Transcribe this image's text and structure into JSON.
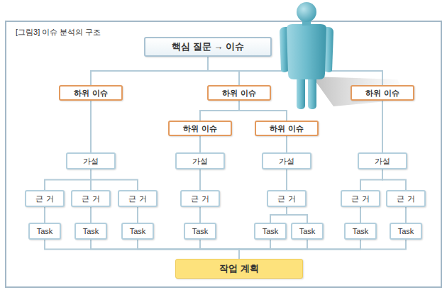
{
  "diagram": {
    "title": "[그림3] 이슈 분석의 구조",
    "nodes": [
      {
        "text": [
          "핵심 질문 → 이슈"
        ]
      },
      {
        "text": [
          "하위 이슈"
        ]
      },
      {
        "text": [
          "하위 이슈"
        ]
      },
      {
        "text": [
          "하위 이슈"
        ]
      },
      {
        "text": [
          "하위 이슈"
        ]
      },
      {
        "text": [
          "하위 이슈"
        ]
      },
      {
        "text": [
          "가설"
        ]
      },
      {
        "text": [
          "가설"
        ]
      },
      {
        "text": [
          "가설"
        ]
      },
      {
        "text": [
          "가설"
        ]
      },
      {
        "text": [
          "근 거"
        ]
      },
      {
        "text": [
          "근 거"
        ]
      },
      {
        "text": [
          "근 거"
        ]
      },
      {
        "text": [
          "근 거"
        ]
      },
      {
        "text": [
          "근 거"
        ]
      },
      {
        "text": [
          "근 거"
        ]
      },
      {
        "text": [
          "근 거"
        ]
      },
      {
        "text": [
          "Task"
        ]
      },
      {
        "text": [
          "Task"
        ]
      },
      {
        "text": [
          "Task"
        ]
      },
      {
        "text": [
          "Task"
        ]
      },
      {
        "text": [
          "Task"
        ]
      },
      {
        "text": [
          "Task"
        ]
      },
      {
        "text": [
          "Task"
        ]
      },
      {
        "text": [
          "Task"
        ]
      },
      {
        "text": [
          "작업 계획"
        ]
      }
    ],
    "edges": [
      {
        "from": 0,
        "to": 1,
        "arrow": "none"
      },
      {
        "from": 0,
        "to": 2,
        "arrow": "none"
      },
      {
        "from": 0,
        "to": 3,
        "arrow": "none"
      },
      {
        "from": 2,
        "to": 4,
        "arrow": "none"
      },
      {
        "from": 2,
        "to": 5,
        "arrow": "none"
      },
      {
        "from": 1,
        "to": 6,
        "arrow": "none"
      },
      {
        "from": 4,
        "to": 7,
        "arrow": "none"
      },
      {
        "from": 5,
        "to": 8,
        "arrow": "none"
      },
      {
        "from": 3,
        "to": 9,
        "arrow": "none"
      },
      {
        "from": 6,
        "to": 10,
        "arrow": "none"
      },
      {
        "from": 6,
        "to": 11,
        "arrow": "none"
      },
      {
        "from": 6,
        "to": 12,
        "arrow": "none"
      },
      {
        "from": 7,
        "to": 13,
        "arrow": "none"
      },
      {
        "from": 8,
        "to": 14,
        "arrow": "none"
      },
      {
        "from": 9,
        "to": 15,
        "arrow": "none"
      },
      {
        "from": 9,
        "to": 16,
        "arrow": "none"
      },
      {
        "from": 10,
        "to": 17,
        "arrow": "none"
      },
      {
        "from": 11,
        "to": 18,
        "arrow": "none"
      },
      {
        "from": 12,
        "to": 19,
        "arrow": "none"
      },
      {
        "from": 13,
        "to": 20,
        "arrow": "none"
      },
      {
        "from": 14,
        "to": 21,
        "arrow": "none"
      },
      {
        "from": 14,
        "to": 22,
        "arrow": "none"
      },
      {
        "from": 15,
        "to": 23,
        "arrow": "none"
      },
      {
        "from": 16,
        "to": 24,
        "arrow": "none"
      },
      {
        "from": 17,
        "to": 25,
        "arrow": "none"
      },
      {
        "from": 18,
        "to": 25,
        "arrow": "none"
      },
      {
        "from": 19,
        "to": 25,
        "arrow": "none"
      },
      {
        "from": 20,
        "to": 25,
        "arrow": "none"
      },
      {
        "from": 21,
        "to": 25,
        "arrow": "none"
      },
      {
        "from": 22,
        "to": 25,
        "arrow": "none"
      },
      {
        "from": 23,
        "to": 25,
        "arrow": "none"
      },
      {
        "from": 24,
        "to": 25,
        "arrow": "none"
      }
    ]
  }
}
